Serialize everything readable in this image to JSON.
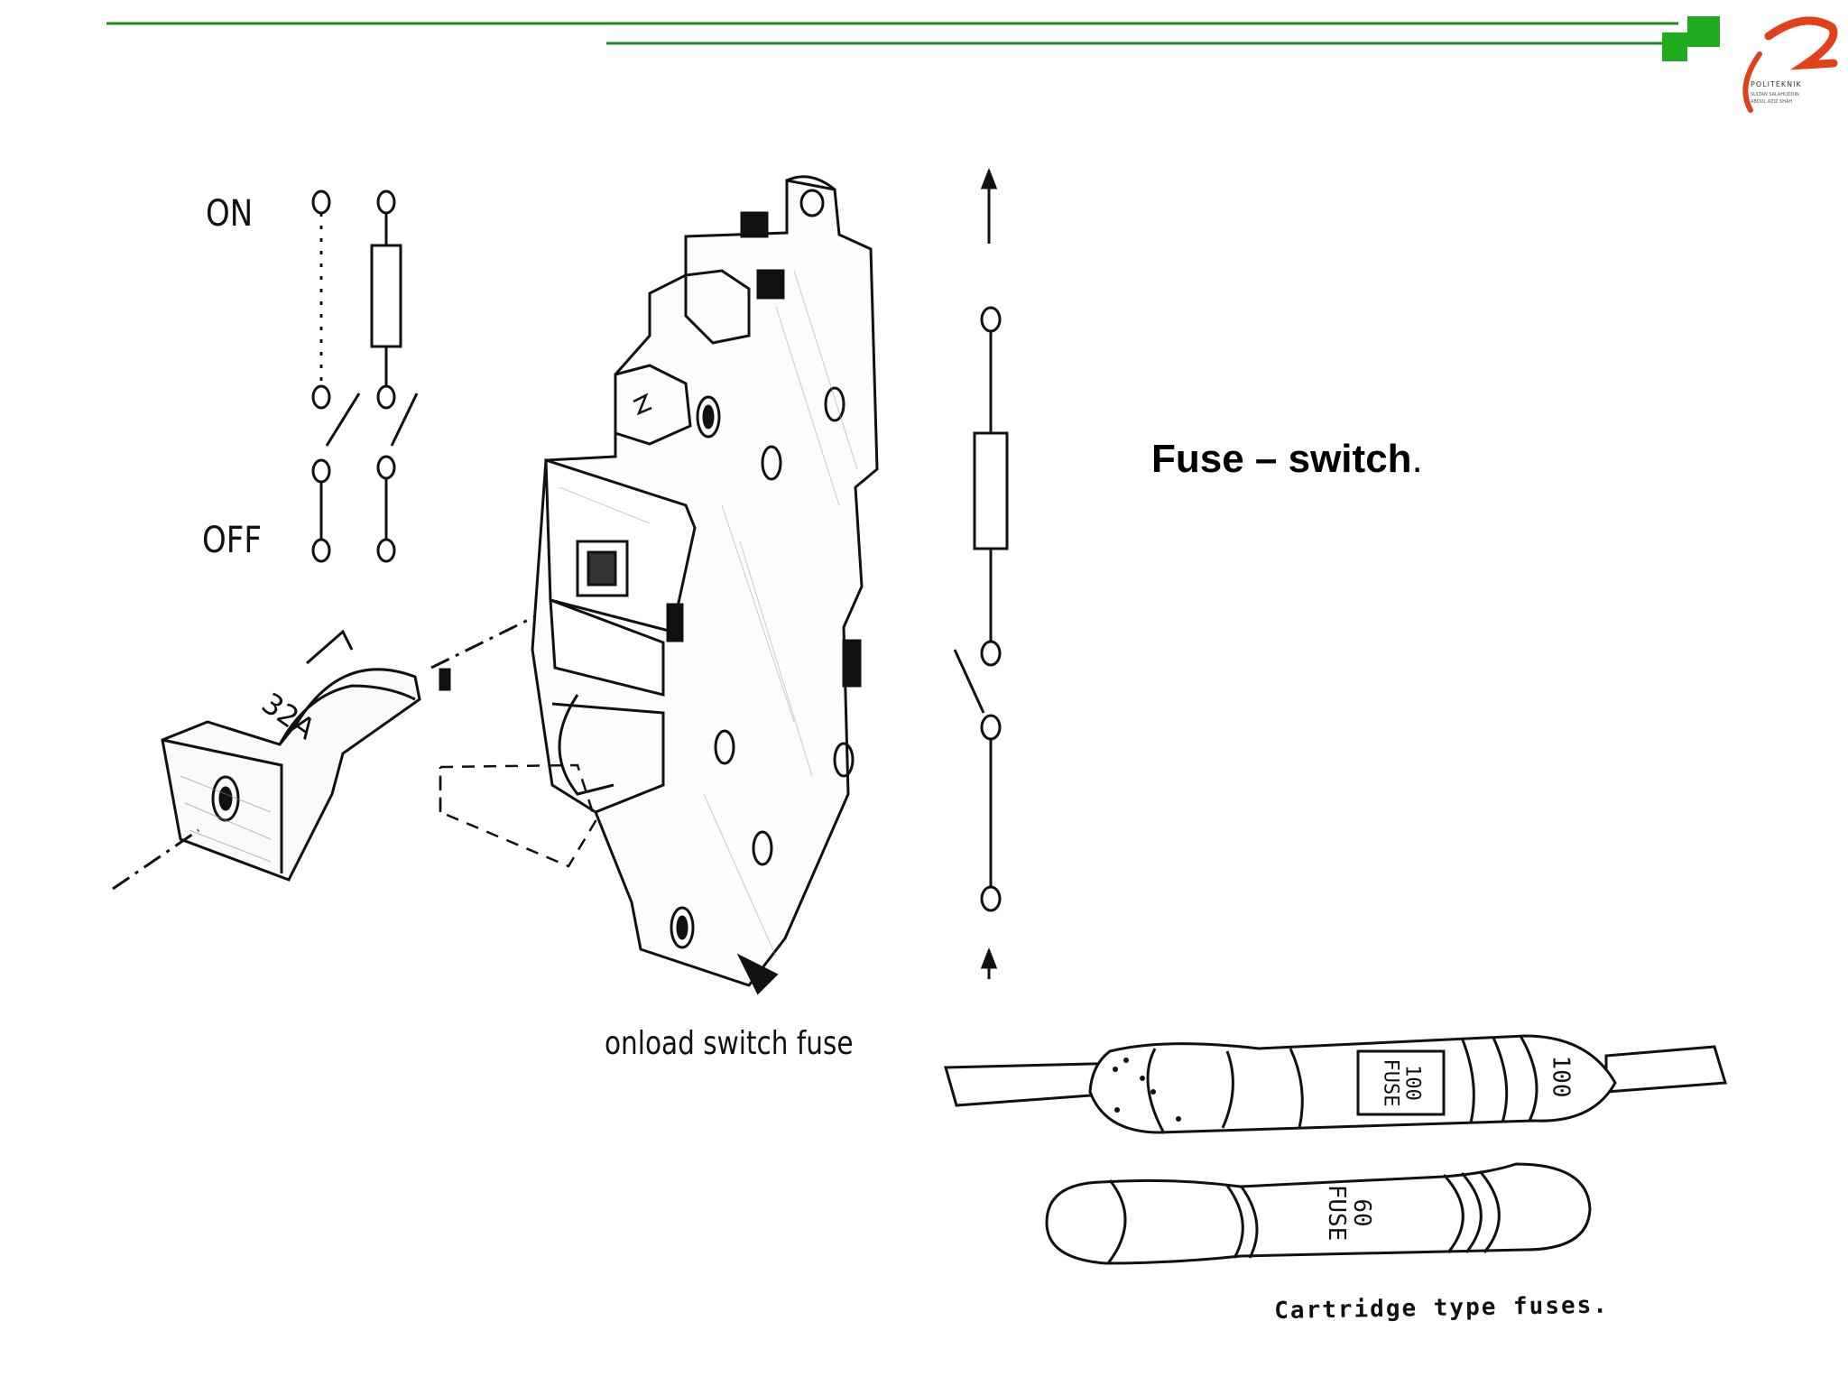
{
  "header": {
    "rule_color": "#1e8c1e",
    "plus_color": "#1faa1f",
    "logo": {
      "name": "POLITEKNIK",
      "sub1": "SULTAN SALAHUDDIN",
      "sub2": "ABDUL AZIZ SHAH",
      "accent_color": "#e0401a"
    }
  },
  "schematic_left": {
    "on_label": "ON",
    "off_label": "OFF"
  },
  "slide_title": {
    "main": "Fuse – switch",
    "suffix": "."
  },
  "module": {
    "carrier_label": "32A",
    "terminal_label": "N"
  },
  "captions": {
    "switch_fuse": "onload switch fuse",
    "cartridge": "Cartridge type fuses."
  },
  "cartridge_fuses": {
    "fuse_100_body": "100",
    "fuse_100_word": "FUSE",
    "fuse_100_cap": "100",
    "fuse_60_body": "60",
    "fuse_60_word": "FUSE"
  }
}
